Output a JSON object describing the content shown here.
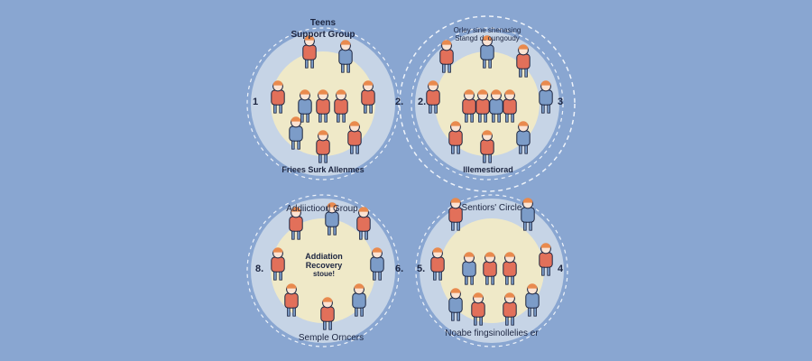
{
  "groups": [
    {
      "title_line1": "Teens",
      "title_line2": "Support Group",
      "caption": "Friees Surk Allenmes",
      "left_number": "1",
      "right_number": "2."
    },
    {
      "title_line1": "Orley sine shenasing",
      "title_line2": "Stangd d. oungoudy",
      "caption": "Illemestiorad",
      "left_number": "2.",
      "right_number": "3"
    },
    {
      "title_line1": "Addiictioorl Group",
      "center_line1": "Addiation",
      "center_line2": "Recovery",
      "center_line3": "stoue!",
      "caption": "Semple Orncers",
      "left_number": "8.",
      "right_number": "6."
    },
    {
      "title_line1": "Sentiors' Circle",
      "caption": "Noabe fingsinollelies er",
      "left_number": "5.",
      "right_number": "4"
    }
  ],
  "colors": {
    "background": "#89a6d1",
    "inner": "#efe9c8",
    "ring": "#c6d4e6",
    "person_orange": "#e2705a",
    "person_blue": "#7c9cc8",
    "ink": "#1c2540"
  }
}
